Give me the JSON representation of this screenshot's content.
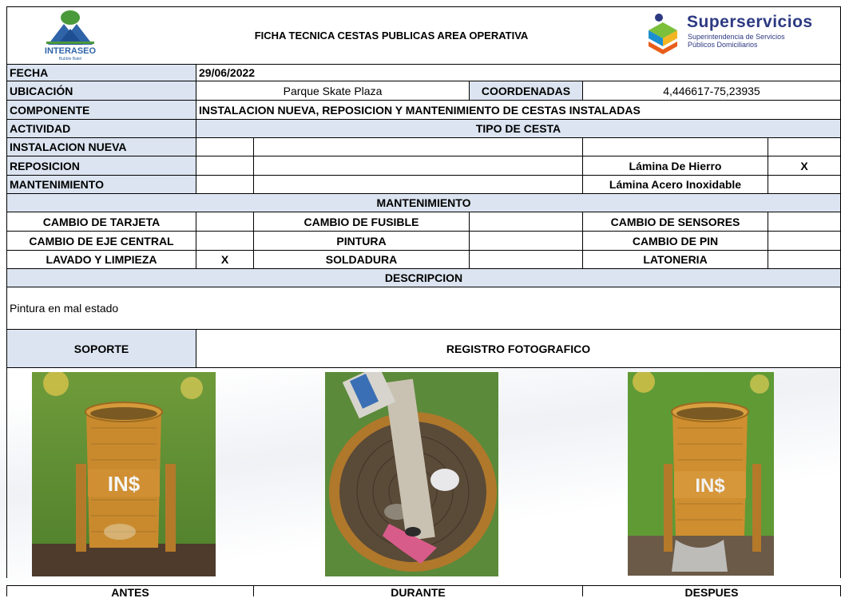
{
  "header": {
    "left_logo": "INTERASEO",
    "left_logo_sub": "Bubble Batel",
    "title": "FICHA TECNICA CESTAS PUBLICAS AREA OPERATIVA",
    "right_logo": "Superservicios",
    "right_logo_sub1": "Superintendencia de Servicios",
    "right_logo_sub2": "Públicos Domiciliarios"
  },
  "fecha": {
    "label": "FECHA",
    "value": "29/06/2022"
  },
  "ubicacion": {
    "label": "UBICACIÓN",
    "value": "Parque Skate Plaza",
    "coord_label": "COORDENADAS",
    "coord_value": "4,446617-75,23935"
  },
  "componente": {
    "label": "COMPONENTE",
    "value": "INSTALACION NUEVA, REPOSICION Y MANTENIMIENTO DE CESTAS INSTALADAS"
  },
  "actividad": {
    "label": "ACTIVIDAD",
    "tipo_label": "TIPO DE CESTA"
  },
  "actividades": [
    {
      "label": "INSTALACION NUEVA",
      "tipo": "",
      "mark": ""
    },
    {
      "label": "REPOSICION",
      "tipo": "Lámina De Hierro",
      "mark": "X"
    },
    {
      "label": "MANTENIMIENTO",
      "tipo": "Lámina Acero Inoxidable",
      "mark": ""
    }
  ],
  "mantenimiento": {
    "title": "MANTENIMIENTO",
    "rows": [
      {
        "c1": "CAMBIO DE TARJETA",
        "m1": "",
        "c2": "CAMBIO DE FUSIBLE",
        "m2": "",
        "c3": "CAMBIO DE SENSORES",
        "m3": ""
      },
      {
        "c1": "CAMBIO DE EJE CENTRAL",
        "m1": "",
        "c2": "PINTURA",
        "m2": "",
        "c3": "CAMBIO DE PIN",
        "m3": ""
      },
      {
        "c1": "LAVADO Y LIMPIEZA",
        "m1": "X",
        "c2": "SOLDADURA",
        "m2": "",
        "c3": "LATONERIA",
        "m3": ""
      }
    ]
  },
  "descripcion": {
    "title": "DESCRIPCION",
    "text": "Pintura en mal estado"
  },
  "soporte": {
    "label": "SOPORTE",
    "registro": "REGISTRO FOTOGRAFICO"
  },
  "photos": {
    "antes": "ANTES",
    "durante": "DURANTE",
    "despues": "DESPUES",
    "basket_text": "IN$"
  },
  "colors": {
    "header_blue": "#dbe4f0",
    "basket_orange": "#c98a2e",
    "grass": "#5f9a35"
  }
}
